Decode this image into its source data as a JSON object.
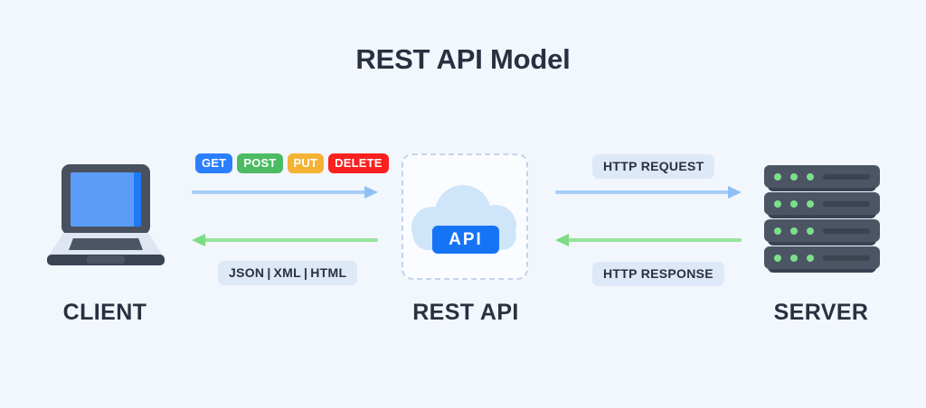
{
  "title": "REST API Model",
  "background_color": "#f2f6fd",
  "nodes": {
    "client": {
      "label": "CLIENT",
      "icon": "laptop-icon"
    },
    "api": {
      "label": "REST API",
      "icon": "cloud-icon",
      "badge": "API"
    },
    "server": {
      "label": "SERVER",
      "icon": "server-rack-icon"
    }
  },
  "http_methods": [
    {
      "label": "GET",
      "color": "#2b7fff"
    },
    {
      "label": "POST",
      "color": "#4cbb63"
    },
    {
      "label": "PUT",
      "color": "#f5b335"
    },
    {
      "label": "DELETE",
      "color": "#f92020"
    }
  ],
  "response_formats": {
    "items": [
      "JSON",
      "XML",
      "HTML"
    ],
    "separator": "|",
    "full_label": "JSON | XML | HTML"
  },
  "server_labels": {
    "request": "HTTP REQUEST",
    "response": "HTTP RESPONSE"
  },
  "arrows": {
    "request_color": "#a7cdf7",
    "response_color": "#97e39b",
    "client_request_direction": "right",
    "client_response_direction": "left",
    "server_request_direction": "right",
    "server_response_direction": "left"
  },
  "colors": {
    "title": "#2b3040",
    "api_badge": "#1574f5",
    "cloud": "#cfe5fa",
    "pill_background": "#dde8f8",
    "device_dark": "#4b5563",
    "led_green": "#7ce08a"
  }
}
